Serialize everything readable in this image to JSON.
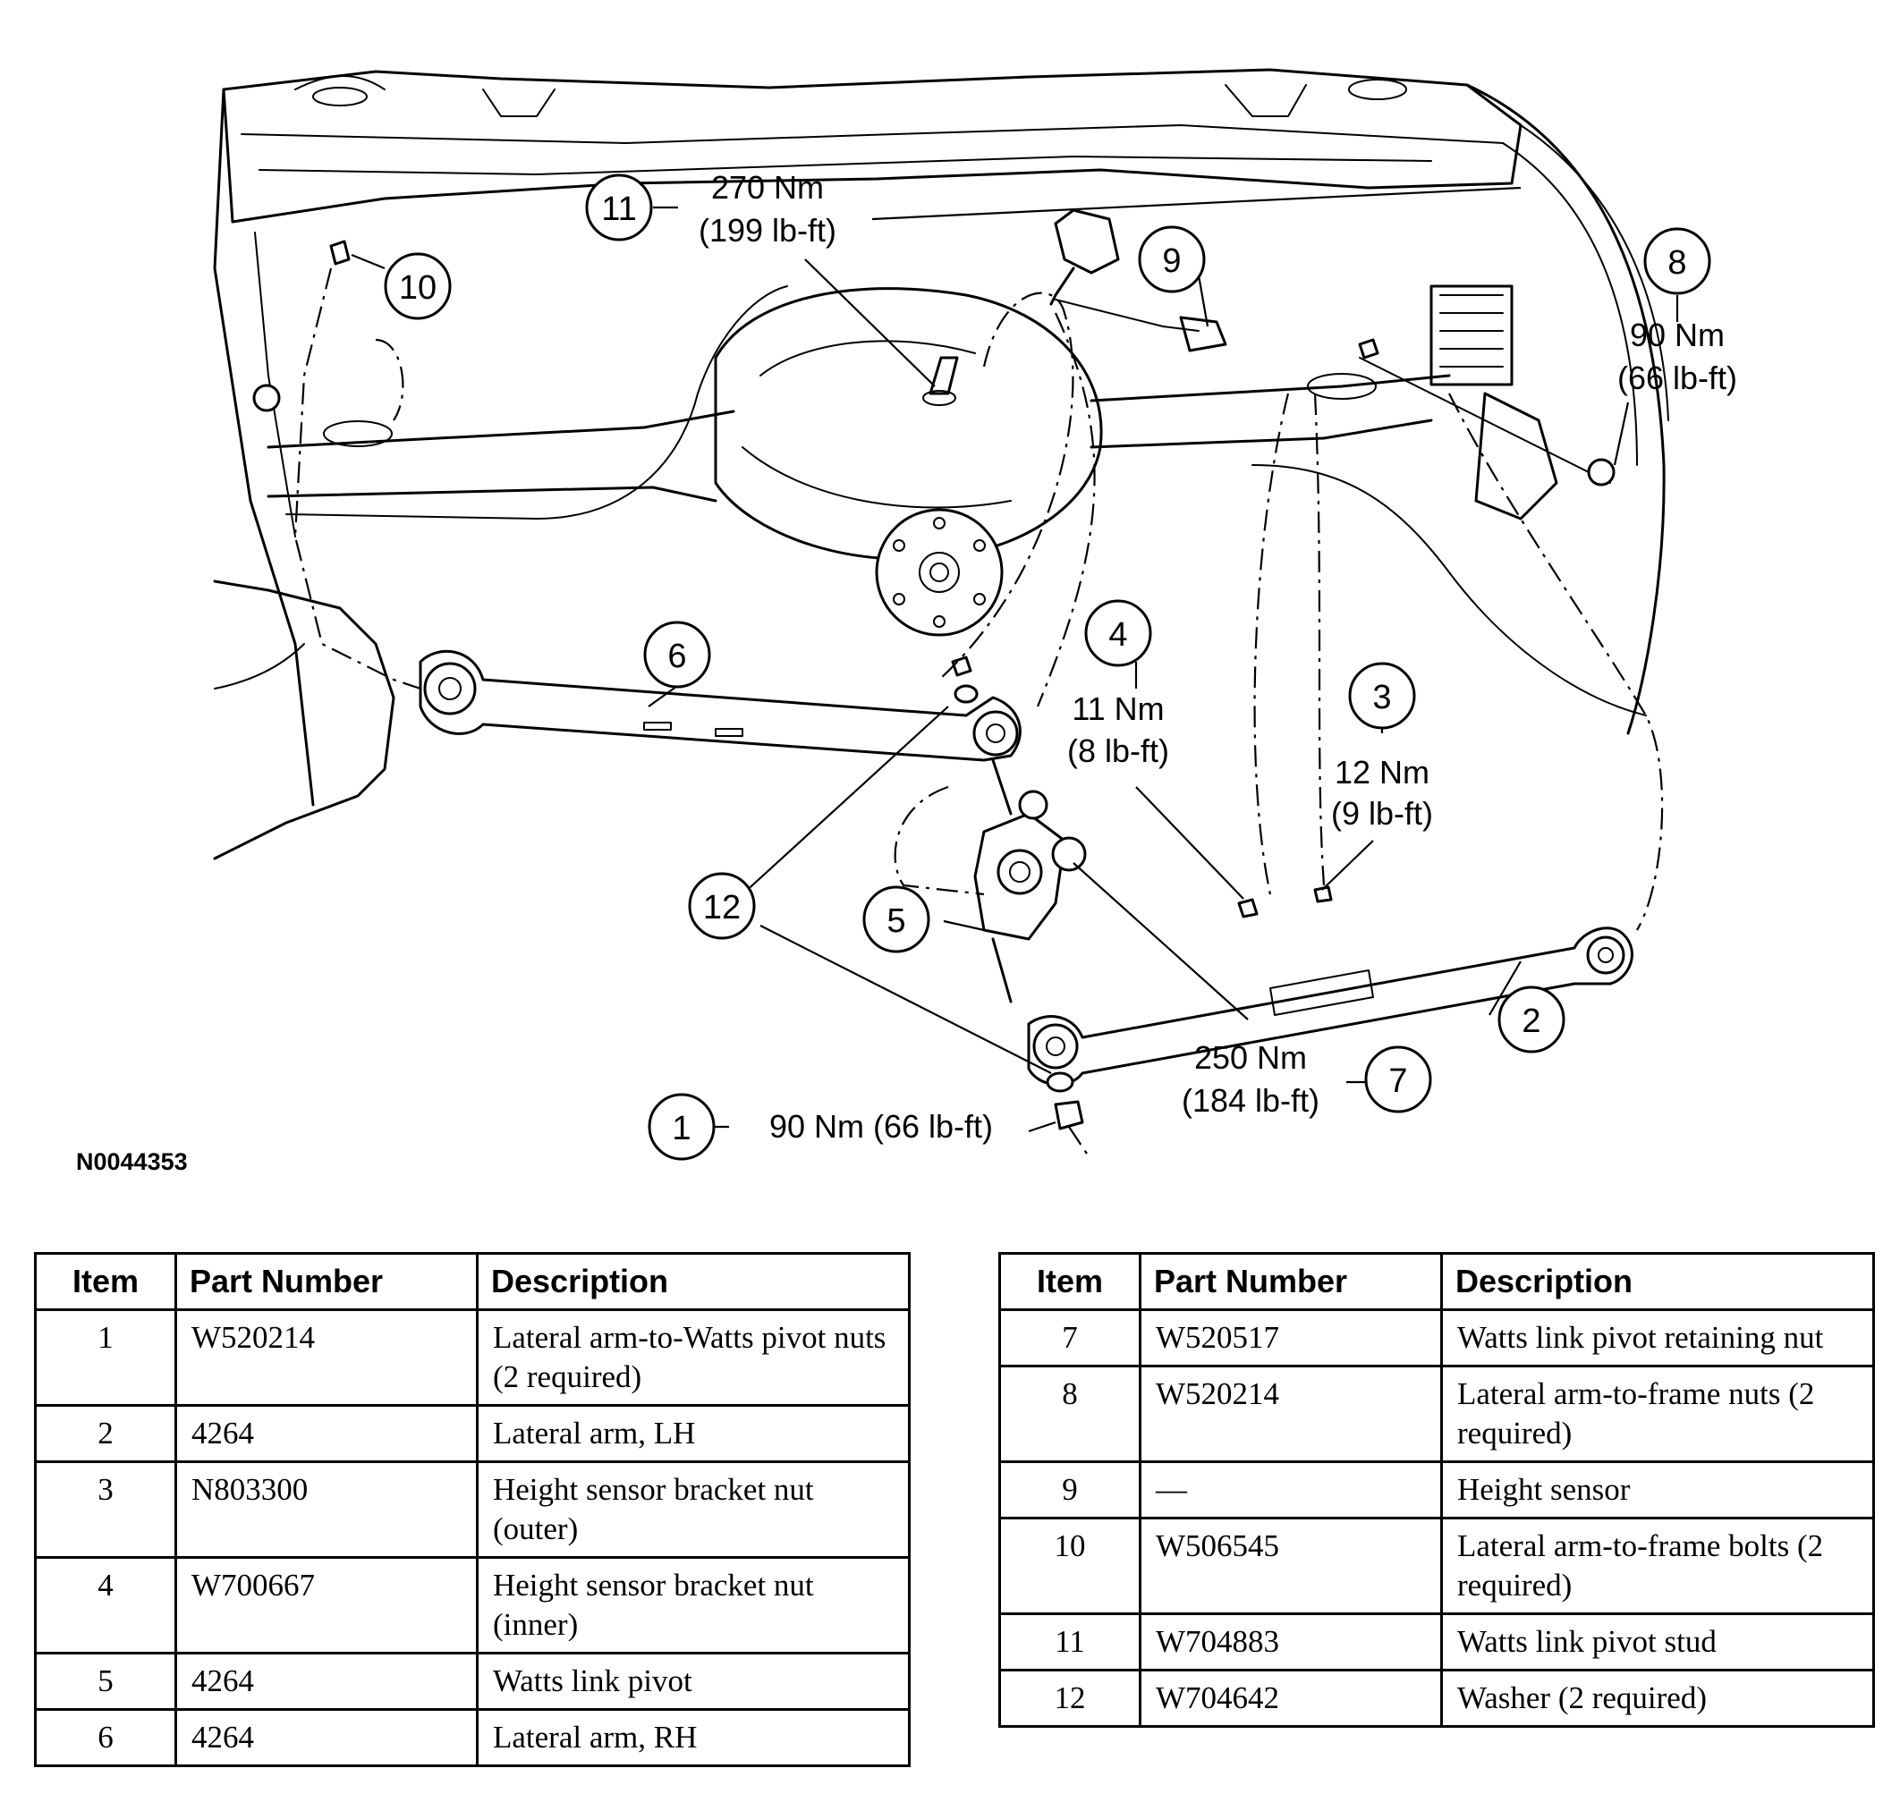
{
  "figure_id": "N0044353",
  "callouts": {
    "1": "1",
    "2": "2",
    "3": "3",
    "4": "4",
    "5": "5",
    "6": "6",
    "7": "7",
    "8": "8",
    "9": "9",
    "10": "10",
    "11": "11",
    "12": "12"
  },
  "torques": {
    "t11_nm": "270 Nm",
    "t11_lbft": "(199 lb-ft)",
    "t8_nm": "90 Nm",
    "t8_lbft": "(66 lb-ft)",
    "t4_nm": "11 Nm",
    "t4_lbft": "(8 lb-ft)",
    "t3_nm": "12 Nm",
    "t3_lbft": "(9 lb-ft)",
    "t7_nm": "250 Nm",
    "t7_lbft": "(184 lb-ft)",
    "t1": "90 Nm (66 lb-ft)"
  },
  "table_headers": {
    "item": "Item",
    "part_number": "Part Number",
    "description": "Description"
  },
  "parts_left": [
    {
      "item": "1",
      "part": "W520214",
      "desc": "Lateral arm-to-Watts pivot nuts (2 required)"
    },
    {
      "item": "2",
      "part": "4264",
      "desc": "Lateral arm, LH"
    },
    {
      "item": "3",
      "part": "N803300",
      "desc": "Height sensor bracket nut (outer)"
    },
    {
      "item": "4",
      "part": "W700667",
      "desc": "Height sensor bracket nut (inner)"
    },
    {
      "item": "5",
      "part": "4264",
      "desc": "Watts link pivot"
    },
    {
      "item": "6",
      "part": "4264",
      "desc": "Lateral arm, RH"
    }
  ],
  "parts_right": [
    {
      "item": "7",
      "part": "W520517",
      "desc": "Watts link pivot retaining nut"
    },
    {
      "item": "8",
      "part": "W520214",
      "desc": "Lateral arm-to-frame nuts (2 required)"
    },
    {
      "item": "9",
      "part": "—",
      "desc": "Height sensor"
    },
    {
      "item": "10",
      "part": "W506545",
      "desc": "Lateral arm-to-frame bolts (2 required)"
    },
    {
      "item": "11",
      "part": "W704883",
      "desc": "Watts link pivot stud"
    },
    {
      "item": "12",
      "part": "W704642",
      "desc": "Washer (2 required)"
    }
  ]
}
